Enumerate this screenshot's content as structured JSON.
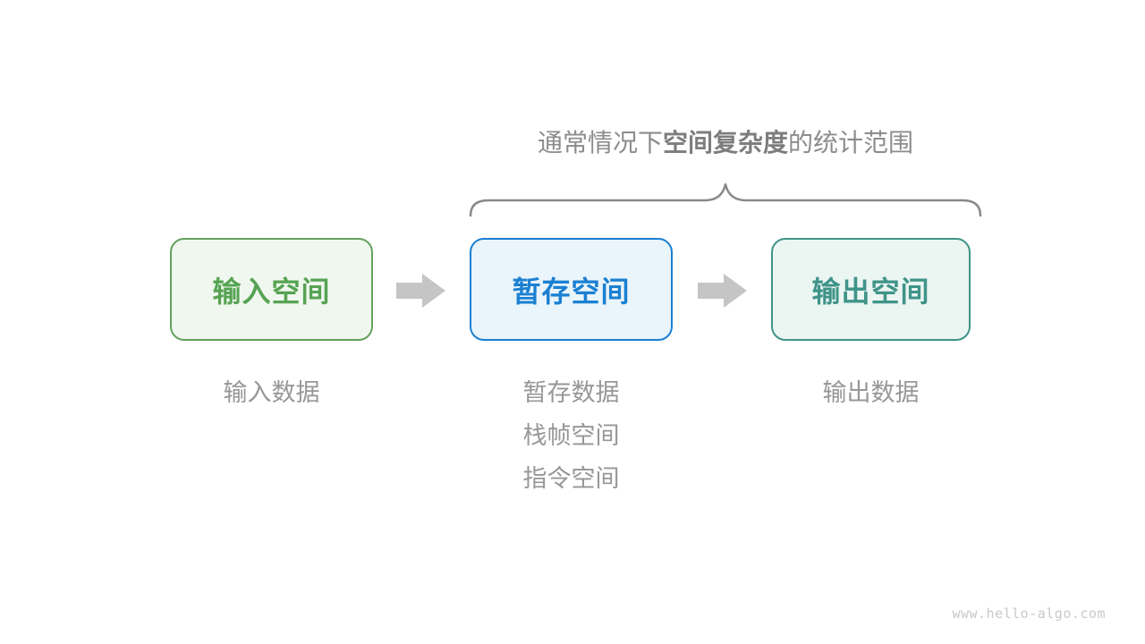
{
  "title": {
    "prefix": "通常情况下",
    "bold": "空间复杂度",
    "suffix": "的统计范围"
  },
  "boxes": [
    {
      "label": "输入空间",
      "text_color": "#56a353",
      "border_color": "#63a25e",
      "bg_color": "#f0f7ee",
      "notes": [
        "输入数据"
      ]
    },
    {
      "label": "暂存空间",
      "text_color": "#1b80d2",
      "border_color": "#1b80d2",
      "bg_color": "#e9f4fb",
      "notes": [
        "暂存数据",
        "栈帧空间",
        "指令空间"
      ]
    },
    {
      "label": "输出空间",
      "text_color": "#3f9488",
      "border_color": "#3f9488",
      "bg_color": "#ebf5f2",
      "notes": [
        "输出数据"
      ]
    }
  ],
  "colors": {
    "arrow": "#c5c5c5",
    "brace": "#898989",
    "title_text": "#8c8c8c",
    "title_bold_text": "#7d7d7d",
    "note_text": "#979797",
    "watermark_text": "#c9c9c9"
  },
  "watermark": "www.hello-algo.com"
}
